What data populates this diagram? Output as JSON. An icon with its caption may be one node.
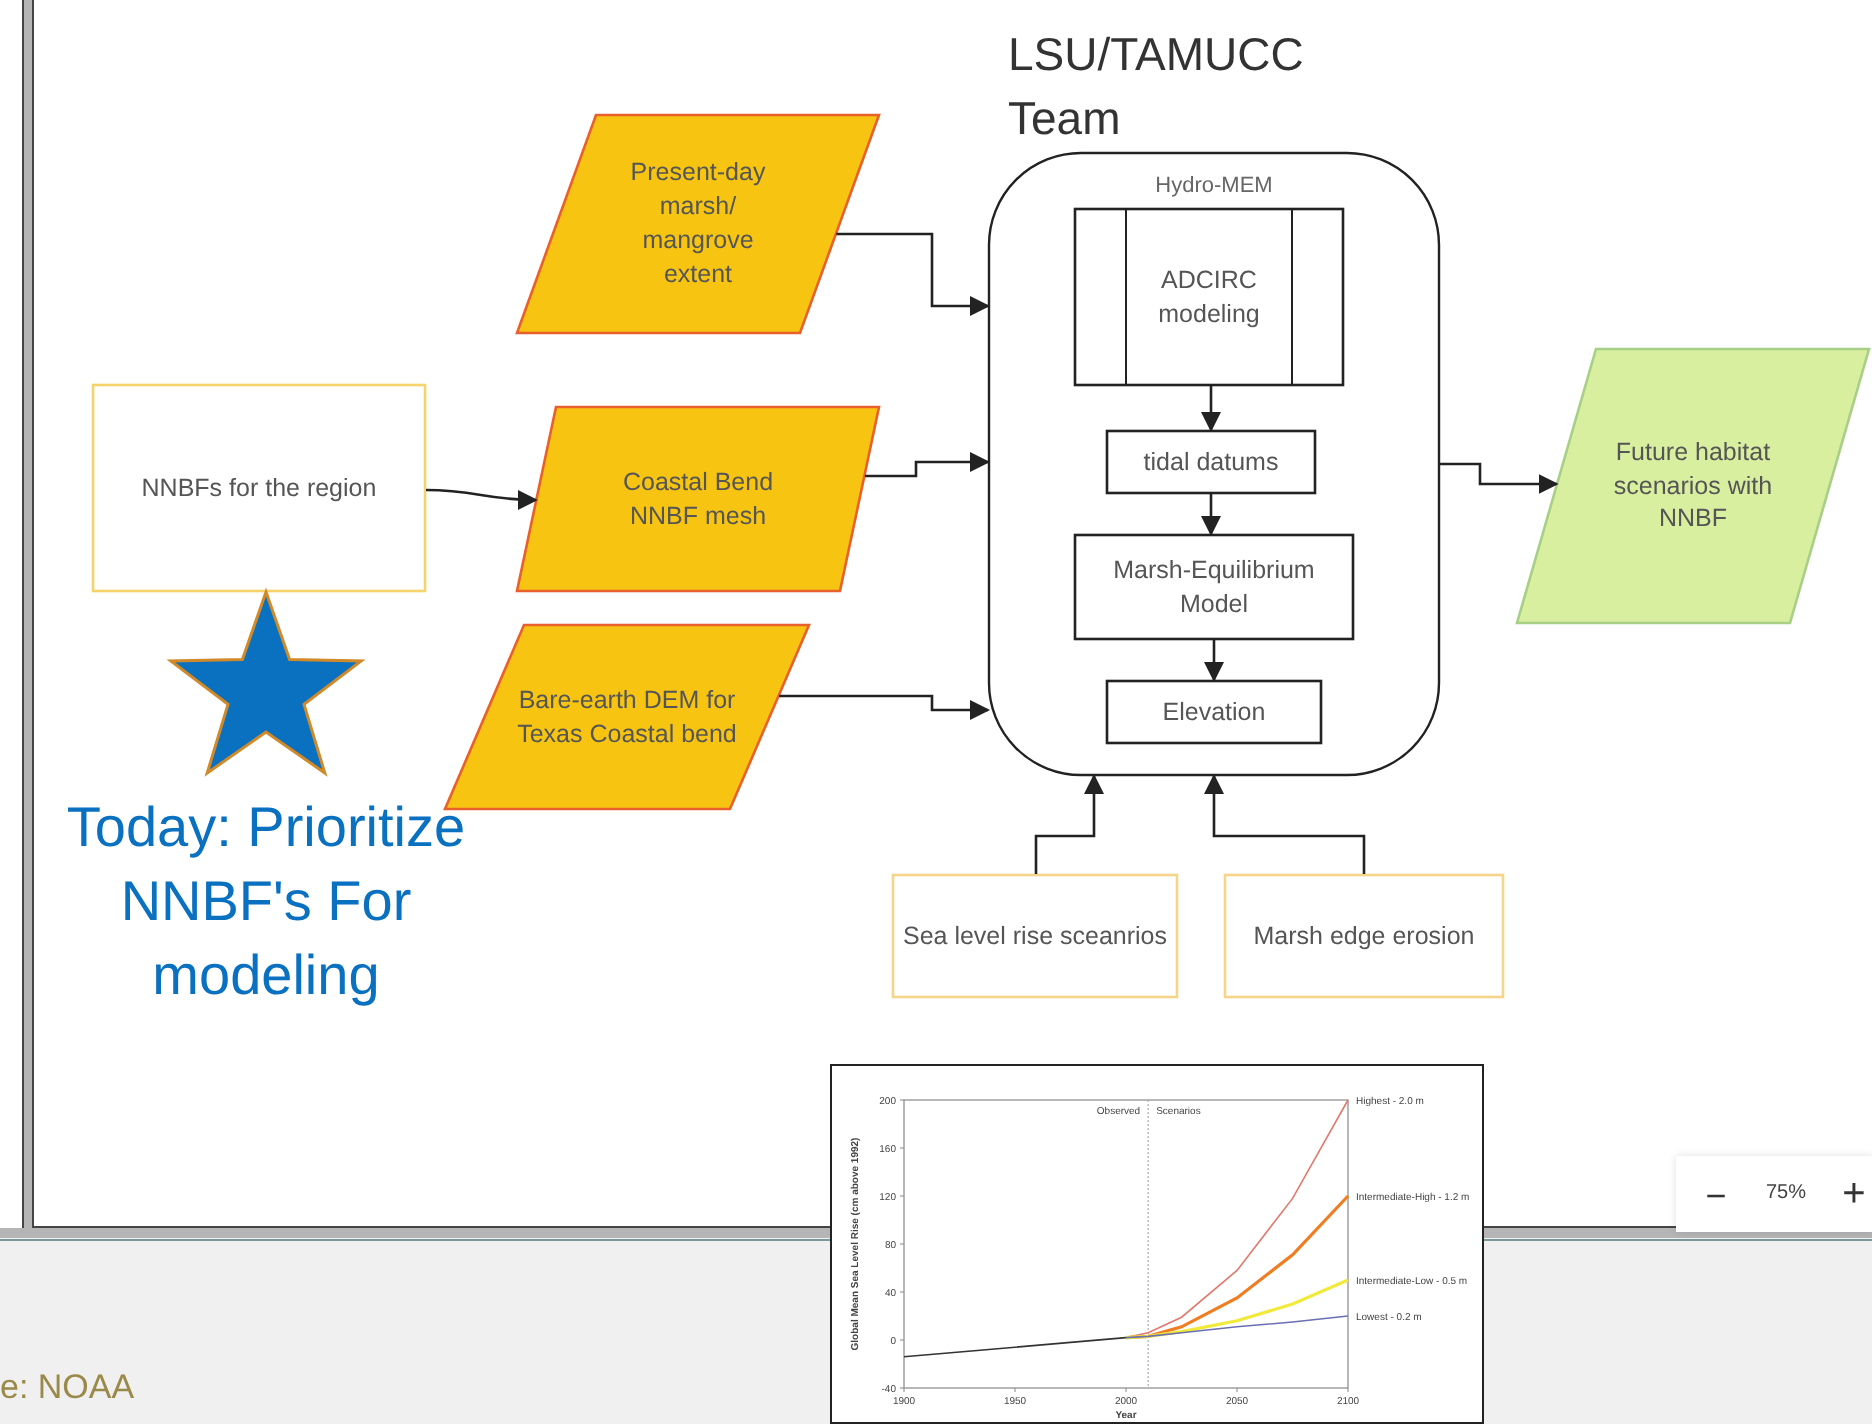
{
  "diagram": {
    "nodes": [
      {
        "text": [
          "Present-day marsh/ mangrove extent"
        ]
      },
      {
        "text": [
          "NNBFs for the region"
        ]
      },
      {
        "text": [
          "Coastal Bend NNBF mesh"
        ]
      },
      {
        "text": [
          "Bare-earth DEM for Texas Coastal bend"
        ]
      },
      {
        "text": [
          "LSU/TAMUCC Team",
          "Hydro-MEM"
        ]
      },
      {
        "text": [
          "ADCIRC modeling"
        ],
        "in": 4
      },
      {
        "text": [
          "tidal datums"
        ],
        "in": 4
      },
      {
        "text": [
          "Marsh-Equilibrium Model"
        ],
        "in": 4
      },
      {
        "text": [
          "Elevation"
        ],
        "in": 4
      },
      {
        "text": [
          "Future habitat scenarios with NNBF"
        ]
      },
      {
        "text": [
          "Sea level rise sceanrios"
        ]
      },
      {
        "text": [
          "Marsh edge erosion"
        ]
      }
    ],
    "edges": [
      {
        "from": 0,
        "to": 4,
        "arrow": "to"
      },
      {
        "from": 1,
        "to": 2,
        "arrow": "to"
      },
      {
        "from": 2,
        "to": 4,
        "arrow": "to"
      },
      {
        "from": 3,
        "to": 4,
        "arrow": "to"
      },
      {
        "from": 5,
        "to": 6,
        "arrow": "to"
      },
      {
        "from": 6,
        "to": 7,
        "arrow": "to"
      },
      {
        "from": 7,
        "to": 8,
        "arrow": "to"
      },
      {
        "from": 4,
        "to": 9,
        "arrow": "to"
      },
      {
        "from": 10,
        "to": 4,
        "arrow": "to"
      },
      {
        "from": 11,
        "to": 4,
        "arrow": "to"
      }
    ],
    "labels": [
      "Today: Prioritize NNBF's For modeling",
      "e: NOAA",
      "−",
      "75%",
      "+"
    ],
    "chart_data": {
      "type": "line",
      "xlabel": "Year",
      "ylabel": "Global Mean Sea Level Rise (cm above 1992)",
      "x": [
        1900,
        1925,
        1950,
        1975,
        2000,
        2010,
        2025,
        2050,
        2075,
        2100
      ],
      "series": [
        {
          "color": "#333333",
          "values": [
            -14,
            -10,
            -6,
            -2,
            2,
            null,
            null,
            null,
            null,
            null
          ]
        },
        {
          "name": "Highest - 2.0 m",
          "color": "#e07a6e",
          "values": [
            null,
            null,
            null,
            null,
            2,
            6,
            19,
            58,
            118,
            200
          ]
        },
        {
          "name": "Intermediate-High - 1.2 m",
          "color": "#ef7d22",
          "values": [
            null,
            null,
            null,
            null,
            2,
            3,
            11,
            35,
            71,
            120
          ]
        },
        {
          "name": "Intermediate-Low - 0.5 m",
          "color": "#f2ea3a",
          "values": [
            null,
            null,
            null,
            null,
            2,
            3,
            7,
            16,
            30,
            50
          ]
        },
        {
          "name": "Lowest - 0.2 m",
          "color": "#6b6fb3",
          "values": [
            null,
            null,
            null,
            null,
            2,
            3,
            6,
            11,
            15,
            20
          ]
        }
      ],
      "xlim": [
        1900,
        2100
      ],
      "ylim": [
        -40,
        200
      ],
      "xticks": [
        1900,
        1950,
        2000,
        2050,
        2100
      ],
      "yticks": [
        -40,
        0,
        40,
        80,
        120,
        160,
        200
      ],
      "annotations": [
        "Observed",
        "Scenarios"
      ],
      "ref_lines": [
        {
          "axis": "x",
          "value": 2010
        }
      ]
    }
  }
}
